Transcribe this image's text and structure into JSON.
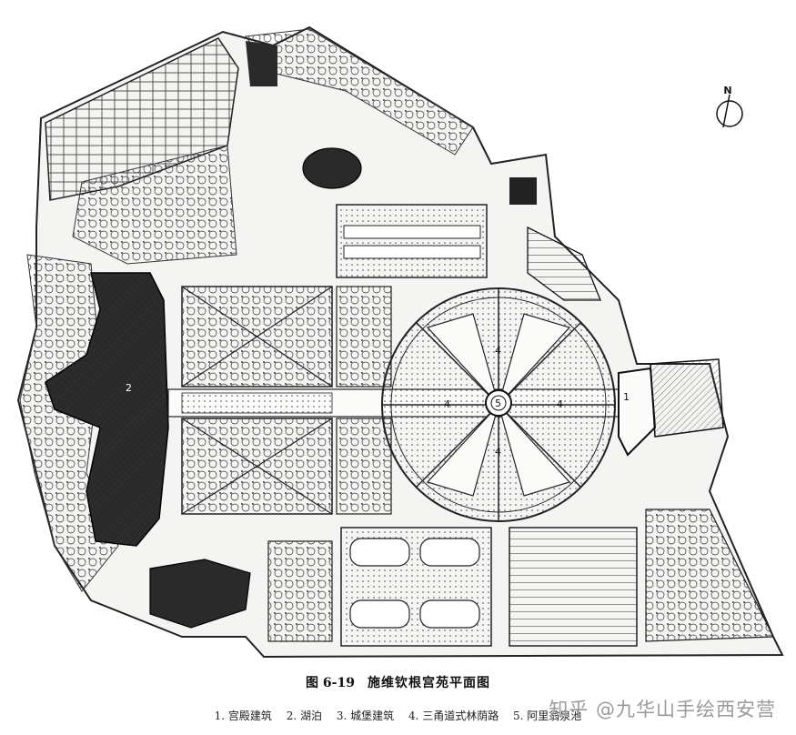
{
  "figure": {
    "number": "图 6-19",
    "title": "施维钦根宫苑平面图"
  },
  "legend": [
    "1. 宫殿建筑",
    "2. 湖泊",
    "3. 城堡建筑",
    "4. 三甬道式林荫路",
    "5. 阿里翁泉池"
  ],
  "plan_labels": {
    "north": "N",
    "palace": "1",
    "lake": "2",
    "avenue_a": "4",
    "avenue_b": "4",
    "avenue_c": "4",
    "avenue_d": "4",
    "fountain": "5"
  },
  "watermark": "知乎 @九华山手绘西安营"
}
